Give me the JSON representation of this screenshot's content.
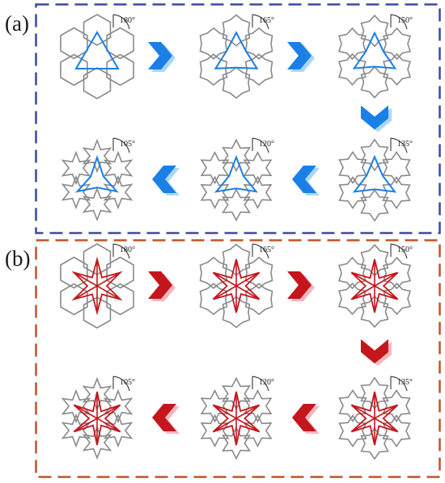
{
  "panels": [
    {
      "label": "(a)",
      "border_color": "#3a4a9e",
      "accent_color": "#1a7fe6",
      "shadow_color": "#a9d8f5",
      "highlight": "triangle",
      "angles": [
        "180°",
        "165°",
        "150°",
        "135°",
        "120°",
        "105°"
      ]
    },
    {
      "label": "(b)",
      "border_color": "#c0532a",
      "accent_color": "#c4161c",
      "shadow_color": "#f3b8bf",
      "highlight": "star",
      "angles": [
        "180°",
        "165°",
        "150°",
        "135°",
        "120°",
        "105°"
      ]
    }
  ],
  "tile_color": "#8a8a8a"
}
